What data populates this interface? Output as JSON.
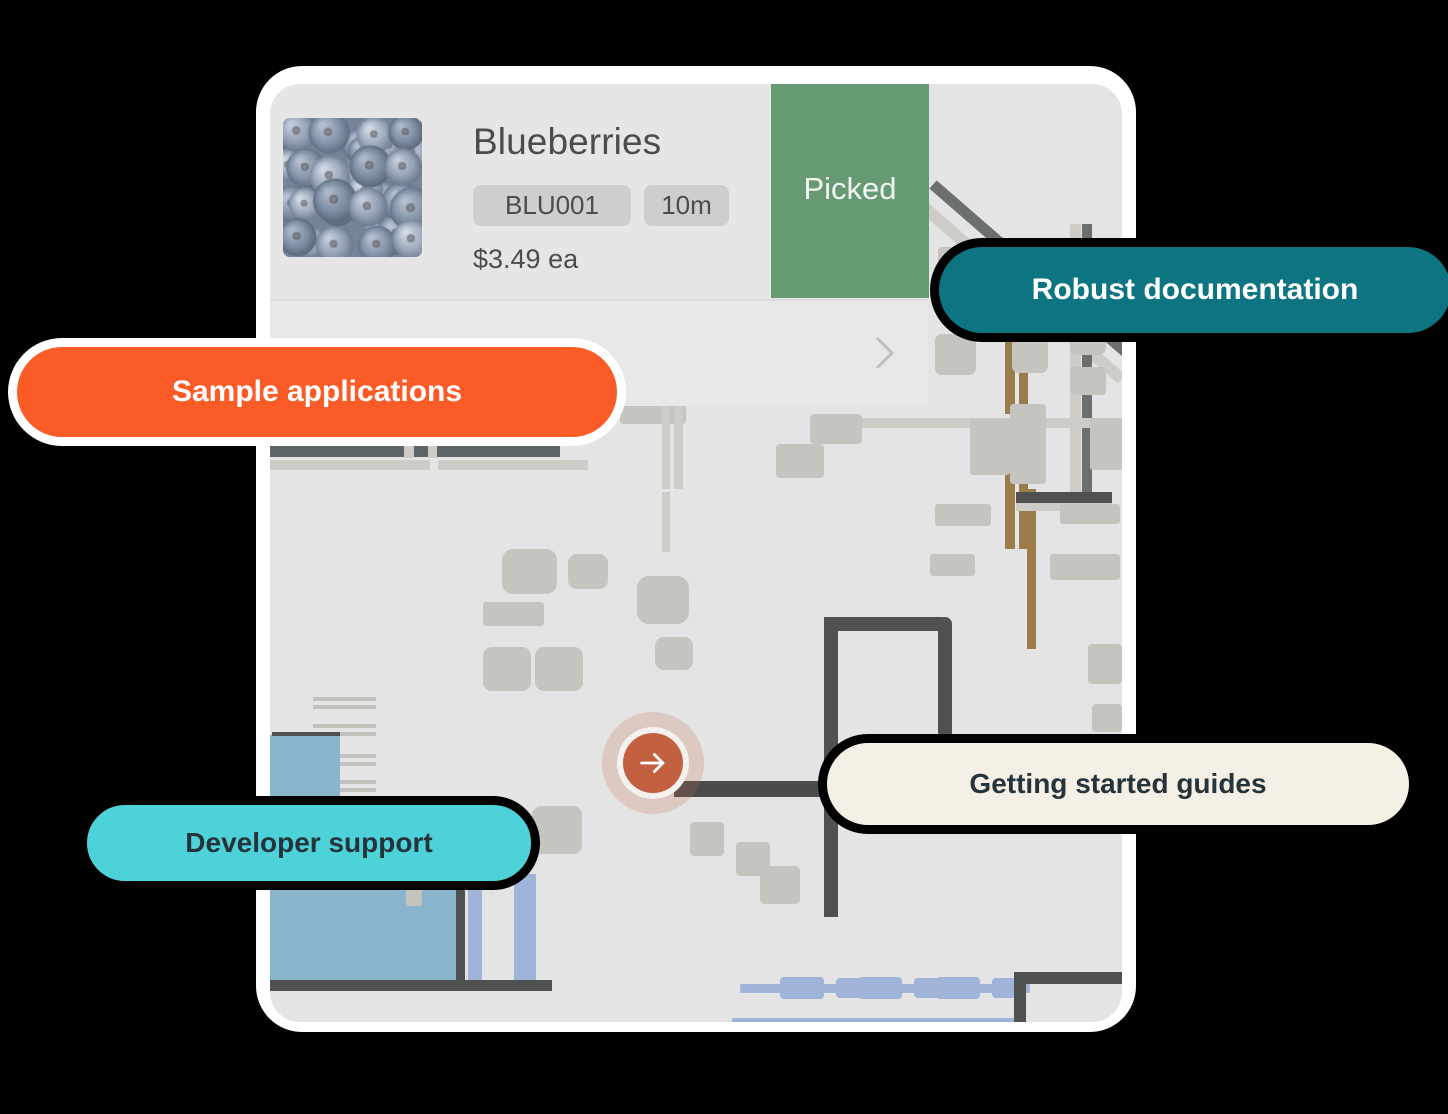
{
  "product_card": {
    "name": "Blueberries",
    "sku": "BLU001",
    "eta": "10m",
    "price": "$3.49 ea",
    "status_label": "Picked",
    "thumbnail_alt": "blueberries-photo",
    "chevron": "chevron-right-icon"
  },
  "marker": {
    "icon": "arrow-right-icon"
  },
  "pills": [
    {
      "id": "sample-applications",
      "label": "Sample applications",
      "bg": "#fb5b26",
      "fg": "#ffffff"
    },
    {
      "id": "robust-documentation",
      "label": "Robust documentation",
      "bg": "#0d7481",
      "fg": "#ffffff"
    },
    {
      "id": "developer-support",
      "label": "Developer support",
      "bg": "#4ed2da",
      "fg": "#25333a"
    },
    {
      "id": "getting-started",
      "label": "Getting started guides",
      "bg": "#f4f0e6",
      "fg": "#25333a"
    }
  ],
  "colors": {
    "screen_bg": "#e3e4e3",
    "card_bg": "#e5e6e5",
    "status_green": "#659a72",
    "marker_rust": "#c2603f",
    "route_gray": "#4f5150",
    "shape_gray": "#c6c4be",
    "water_blue": "#8ab3cc",
    "accent_blue": "#9fb4d8",
    "accent_tan": "#9c7c4a",
    "accent_red": "#c77a74"
  }
}
